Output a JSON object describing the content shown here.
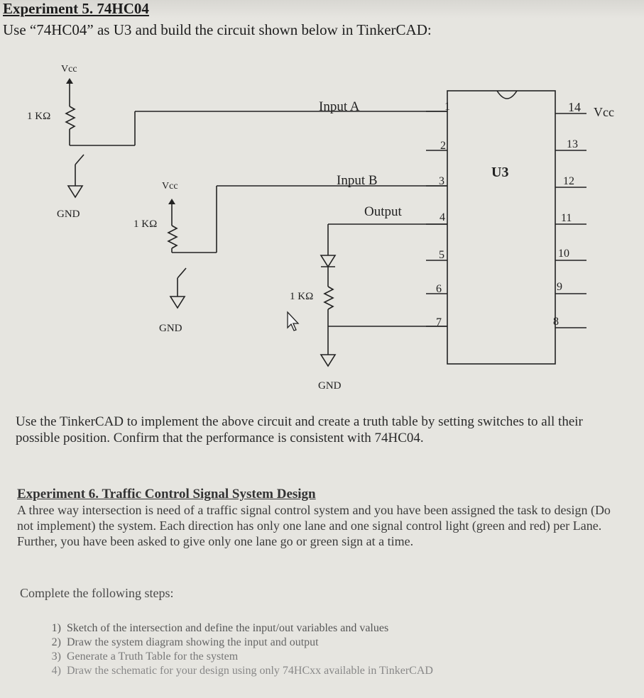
{
  "exp5": {
    "title": "Experiment 5. 74HC04",
    "intro": "Use “74HC04” as U3 and build the circuit shown below in TinkerCAD:"
  },
  "circuit": {
    "vcc_left": "Vcc",
    "res_left": "1 KΩ",
    "gnd_left": "GND",
    "vcc_mid": "Vcc",
    "res_mid": "1 KΩ",
    "gnd_mid": "GND",
    "res_out": "1 KΩ",
    "gnd_out": "GND",
    "input_a": "Input A",
    "input_b": "Input B",
    "output": "Output",
    "chip": "U3",
    "vcc_right": "Vcc",
    "pins_left": [
      "1",
      "2",
      "3",
      "4",
      "5",
      "6",
      "7"
    ],
    "pins_right": [
      "14",
      "13",
      "12",
      "11",
      "10",
      "9",
      "8"
    ]
  },
  "exp5_paragraph": "Use the TinkerCAD to implement the above circuit and create a truth table by setting switches to all their possible position.  Confirm that the performance is consistent with 74HC04.",
  "exp6": {
    "title": "Experiment 6.  Traffic Control Signal System Design",
    "body": "A three way intersection is need of a traffic signal control system and you have been assigned the task to design (Do not implement) the system. Each direction has only one lane and one signal control light (green and red) per Lane. Further, you have been asked to give only one lane go or green sign at a time.",
    "steps_label": "Complete the following steps:",
    "steps": [
      {
        "num": "1)",
        "text": "Sketch of the intersection and define the input/out variables and  values"
      },
      {
        "num": "2)",
        "text": "Draw the system diagram showing the input and output"
      },
      {
        "num": "3)",
        "text": "Generate a Truth Table for the system"
      },
      {
        "num": "4)",
        "text": "Draw the schematic for your design using only 74HCxx available in TinkerCAD"
      }
    ]
  }
}
